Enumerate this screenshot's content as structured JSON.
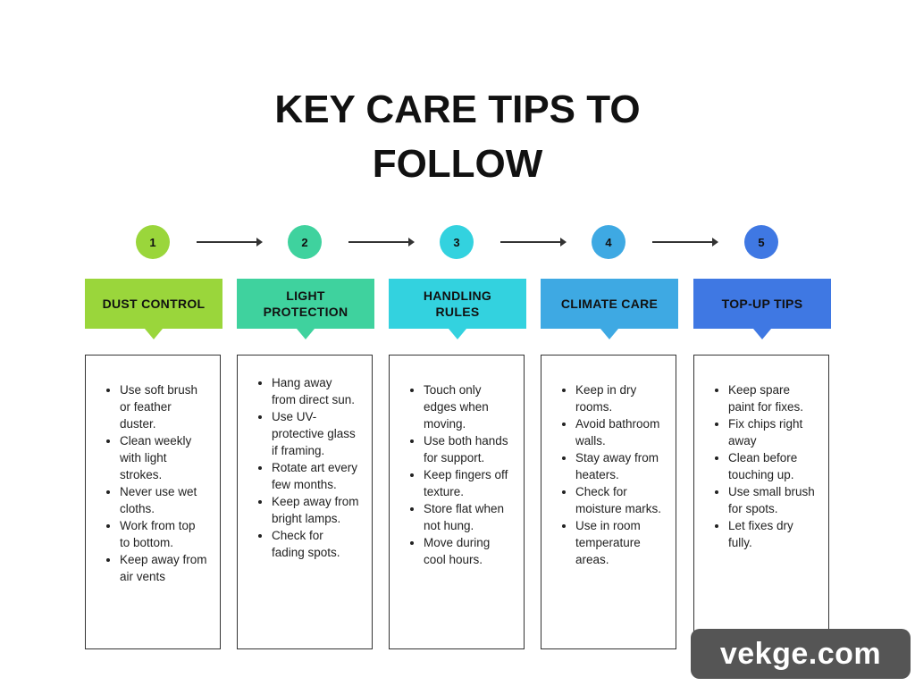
{
  "title_line1": "KEY CARE TIPS TO",
  "title_line2": "FOLLOW",
  "steps": [
    {
      "number": "1",
      "heading": "DUST CONTROL",
      "color": "#9ad63b",
      "tips": [
        "Use soft brush or feather duster.",
        "Clean weekly with light strokes.",
        "Never use wet cloths.",
        "Work from top to bottom.",
        "Keep away from air vents"
      ]
    },
    {
      "number": "2",
      "heading": "LIGHT PROTECTION",
      "color": "#3fd29e",
      "tips": [
        "Hang away from direct sun.",
        "Use UV-protective glass if framing.",
        "Rotate art every few months.",
        "Keep away from bright lamps.",
        "Check for fading spots."
      ]
    },
    {
      "number": "3",
      "heading": "HANDLING RULES",
      "color": "#33d2df",
      "tips": [
        "Touch only edges when moving.",
        "Use both hands for support.",
        "Keep fingers off texture.",
        "Store flat when not hung.",
        "Move during cool hours."
      ]
    },
    {
      "number": "4",
      "heading": "CLIMATE CARE",
      "color": "#3ea9e3",
      "tips": [
        "Keep in dry rooms.",
        "Avoid bathroom walls.",
        "Stay away from heaters.",
        "Check for moisture marks.",
        "Use in room temperature areas."
      ]
    },
    {
      "number": "5",
      "heading": "TOP-UP TIPS",
      "color": "#3f78e3",
      "tips": [
        "Keep spare paint for fixes.",
        "Fix chips right away",
        "Clean before touching up.",
        "Use small brush for spots.",
        "Let fixes dry fully."
      ]
    }
  ],
  "watermark": "vekge.com"
}
